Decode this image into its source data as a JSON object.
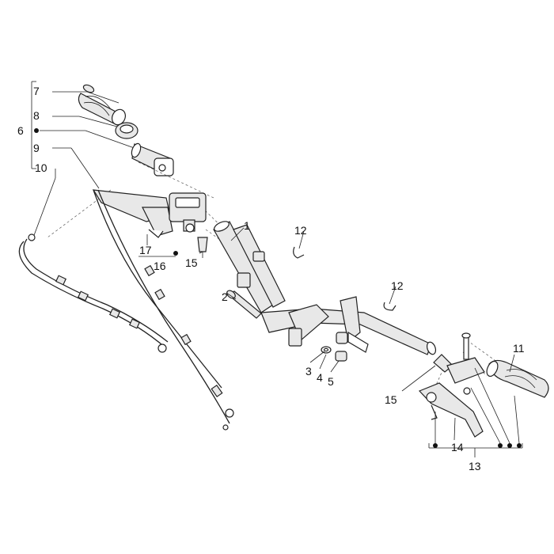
{
  "callouts": {
    "c1": "1",
    "c2": "2",
    "c3": "3",
    "c4": "4",
    "c5": "5",
    "c6": "6",
    "c7": "7",
    "c8": "8",
    "c9": "9",
    "c10": "10",
    "c11": "11",
    "c12a": "12",
    "c12b": "12",
    "c13": "13",
    "c14": "14",
    "c15a": "15",
    "c15b": "15",
    "c16": "16",
    "c17": "17"
  }
}
